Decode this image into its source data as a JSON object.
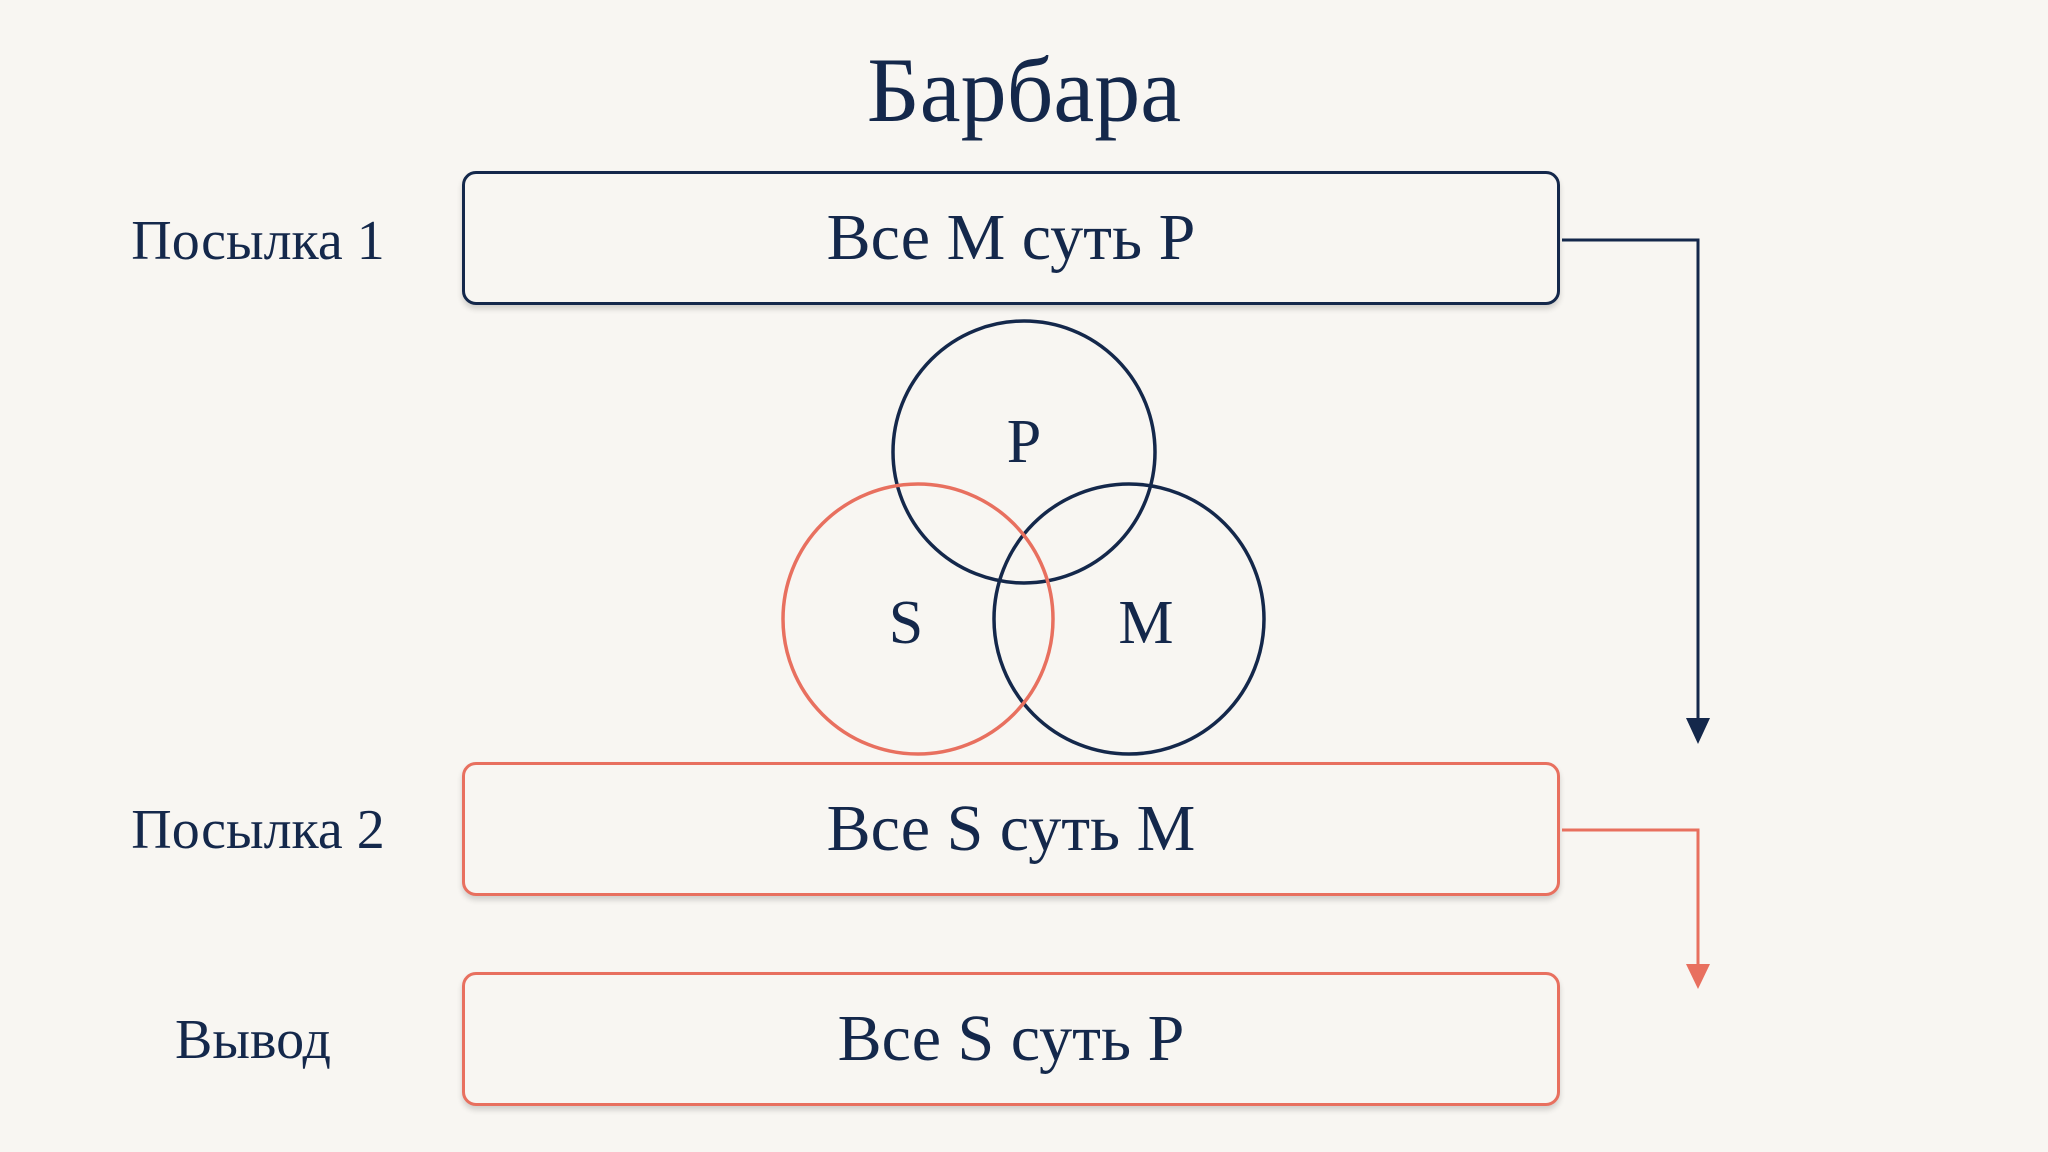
{
  "title": "Барбара",
  "rows": [
    {
      "label": "Посылка 1",
      "statement": "Все M суть P"
    },
    {
      "label": "Посылка 2",
      "statement": "Все S суть M"
    },
    {
      "label": "Вывод",
      "statement": "Все S суть P"
    }
  ],
  "venn": {
    "circle_p": "P",
    "circle_s": "S",
    "circle_m": "M"
  },
  "colors": {
    "navy": "#14284b",
    "coral": "#e8705f",
    "background": "#f8f6f2"
  }
}
